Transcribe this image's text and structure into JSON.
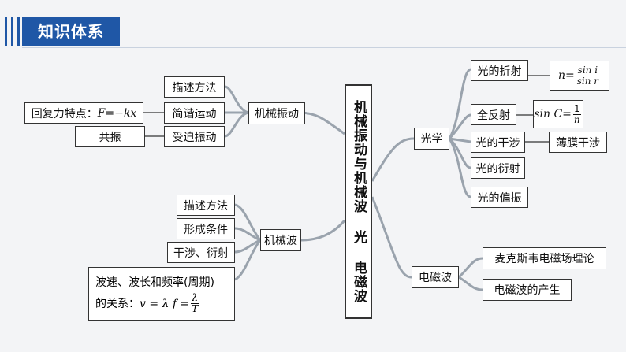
{
  "header": {
    "title": "知识体系"
  },
  "center": {
    "label": "机械振动与机械波 光 电磁波"
  },
  "vibration": {
    "label": "机械振动",
    "children": [
      "描述方法",
      "简谐运动",
      "受迫振动"
    ],
    "restoring_prefix": "回复力特点：",
    "restoring_formula": "F=−kx",
    "resonance": "共振"
  },
  "wave": {
    "label": "机械波",
    "children": [
      "描述方法",
      "形成条件",
      "干涉、衍射"
    ],
    "relation_line1": "波速、波长和频率(周期)",
    "relation_line2_prefix": "的关系：",
    "relation_formula_left": "v = λ f =",
    "relation_frac_num": "λ",
    "relation_frac_den": "T"
  },
  "optics": {
    "label": "光学",
    "children": [
      "光的折射",
      "全反射",
      "光的干涉",
      "光的衍射",
      "光的偏振"
    ],
    "refraction_lhs": "n=",
    "refraction_num": "sin i",
    "refraction_den": "sin r",
    "total_reflection_lhs": "sin C=",
    "total_reflection_num": "1",
    "total_reflection_den": "n",
    "interference_extra": "薄膜干涉"
  },
  "em": {
    "label": "电磁波",
    "children": [
      "麦克斯韦电磁场理论",
      "电磁波的产生"
    ]
  }
}
